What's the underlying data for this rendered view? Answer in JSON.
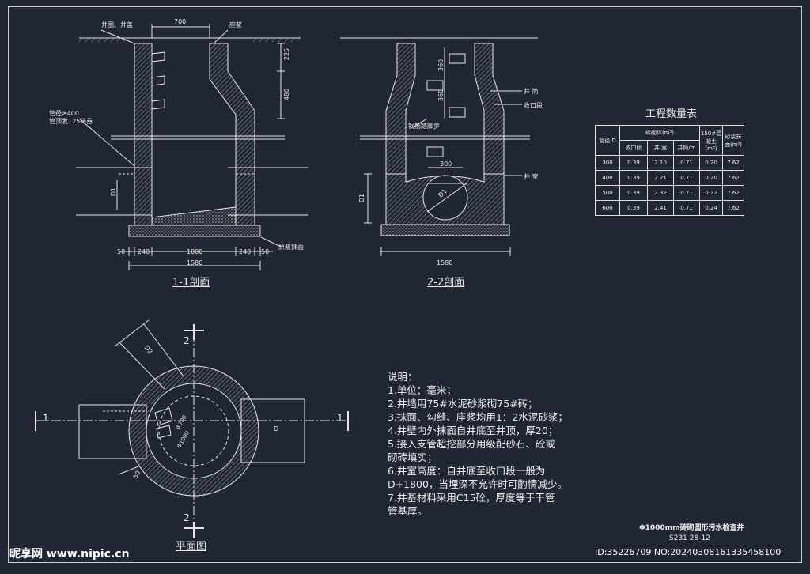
{
  "section1": {
    "title": "1-1剖面",
    "callout_top_left": "井圈、井盖",
    "callout_top_right": "座浆",
    "dim_top": "700",
    "dim_225": "225",
    "dim_480": "480",
    "callout_pipe_1": "管径≥400",
    "callout_pipe_2": "管顶发125砖券",
    "callout_base": "原浆抹面",
    "dim_50a": "50",
    "dim_240a": "240",
    "dim_1000": "1000",
    "dim_240b": "240",
    "dim_50b": "50",
    "dim_1580": "1580",
    "d1": "D1"
  },
  "section2": {
    "title": "2-2剖面",
    "callout_well_ring": "井 筒",
    "callout_shrink": "收口段",
    "callout_chamber": "井 室",
    "callout_steps": "钢筋踏脚步",
    "dim_360a": "360",
    "dim_360b": "360",
    "dim_300": "300",
    "dim_1580": "1580",
    "d1": "D1",
    "d1_pipe": "D1"
  },
  "plan": {
    "title": "平面图",
    "mark_2_top": "2",
    "mark_2_bottom": "2",
    "mark_1_left": "1",
    "mark_1_right": "1",
    "d2": "D2",
    "d": "D",
    "r700": "Φ700",
    "r1000": "Φ1000",
    "dim_50": "50"
  },
  "table": {
    "title": "工程数量表",
    "h_pipe": "管径 D",
    "h_brick": "砖砌体(m³)",
    "h_shrink": "收口段",
    "h_chamber": "井 室",
    "h_well": "井筒/m",
    "h_concrete": "150#混凝土(m³)",
    "h_mortar": "砂浆抹面(m²)",
    "rows": [
      [
        "300",
        "0.39",
        "2.10",
        "0.71",
        "0.20",
        "7.62"
      ],
      [
        "400",
        "0.39",
        "2.21",
        "0.71",
        "0.20",
        "7.62"
      ],
      [
        "500",
        "0.39",
        "2.32",
        "0.71",
        "0.22",
        "7.62"
      ],
      [
        "600",
        "0.39",
        "2.41",
        "0.71",
        "0.24",
        "7.62"
      ]
    ]
  },
  "notes": [
    "说明：",
    "1.单位：毫米；",
    "2.井墙用75#水泥砂浆砌75#砖；",
    "3.抹面、勾缝、座浆均用1：2水泥砂浆；",
    "4.井壁内外抹面自井底至井顶，厚20；",
    "5.接入支管超挖部分用级配砂石、砼或",
    "   砌砖填实；",
    "6.井室高度：自井底至收口段一般为",
    "   D+1800，当埋深不允许时可酌情减少。",
    "7.井基材料采用C15砼，厚度等于干管",
    "   管基厚。"
  ],
  "footer": {
    "drawing_title": "Φ1000mm砖砌圆形污水检查井",
    "drawing_code": "S231  28-12",
    "watermark_logo": "昵享网 www.nipic.cn",
    "watermark_id": "ID:35226709 NO:20240308161335458100"
  },
  "colors": {
    "background": "#202634",
    "line": "#e6e6e6"
  }
}
